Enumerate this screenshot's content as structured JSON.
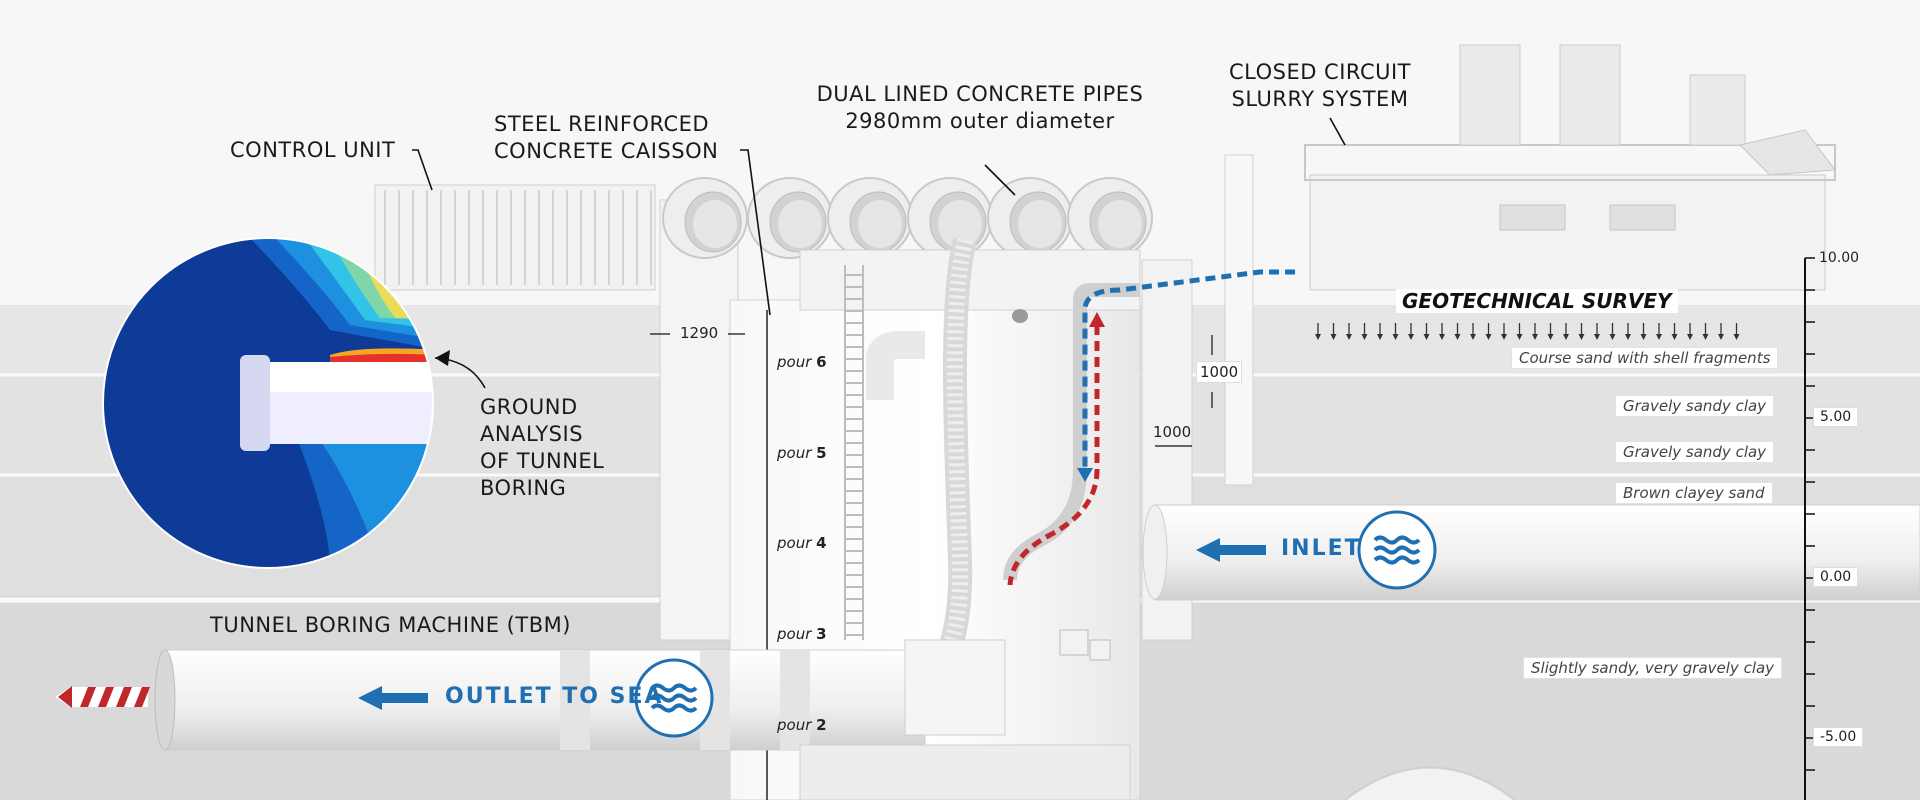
{
  "labels": {
    "control_unit": "CONTROL UNIT",
    "caisson_line1": "STEEL REINFORCED",
    "caisson_line2": "CONCRETE CAISSON",
    "pipes_line1": "DUAL LINED CONCRETE PIPES",
    "pipes_line2": "2980mm outer diameter",
    "slurry_line1": "CLOSED CIRCUIT",
    "slurry_line2": "SLURRY SYSTEM",
    "ground_line1": "GROUND",
    "ground_line2": "ANALYSIS",
    "ground_line3": "OF TUNNEL",
    "ground_line4": "BORING",
    "tbm": "TUNNEL BORING MACHINE (TBM)",
    "outlet": "OUTLET TO SEA",
    "inlet": "INLET",
    "geotech_title": "GEOTECHNICAL SURVEY"
  },
  "dimensions": {
    "wall_left": "1290",
    "gap_right": "1000",
    "wall_right": "1000"
  },
  "pours": [
    {
      "prefix": "pour",
      "num": "6"
    },
    {
      "prefix": "pour",
      "num": "5"
    },
    {
      "prefix": "pour",
      "num": "4"
    },
    {
      "prefix": "pour",
      "num": "3"
    },
    {
      "prefix": "pour",
      "num": "2"
    }
  ],
  "soil_layers": [
    "Course sand with shell fragments",
    "Gravely sandy clay",
    "Gravely sandy clay",
    "Brown clayey sand",
    "Slightly sandy, very gravely clay"
  ],
  "scale": [
    "10.00",
    "5.00",
    "0.00",
    "-5.00"
  ],
  "colors": {
    "blue_flow": "#1f6fb3",
    "red_flow": "#c0262a",
    "heat_dark": "#0d3b97"
  }
}
